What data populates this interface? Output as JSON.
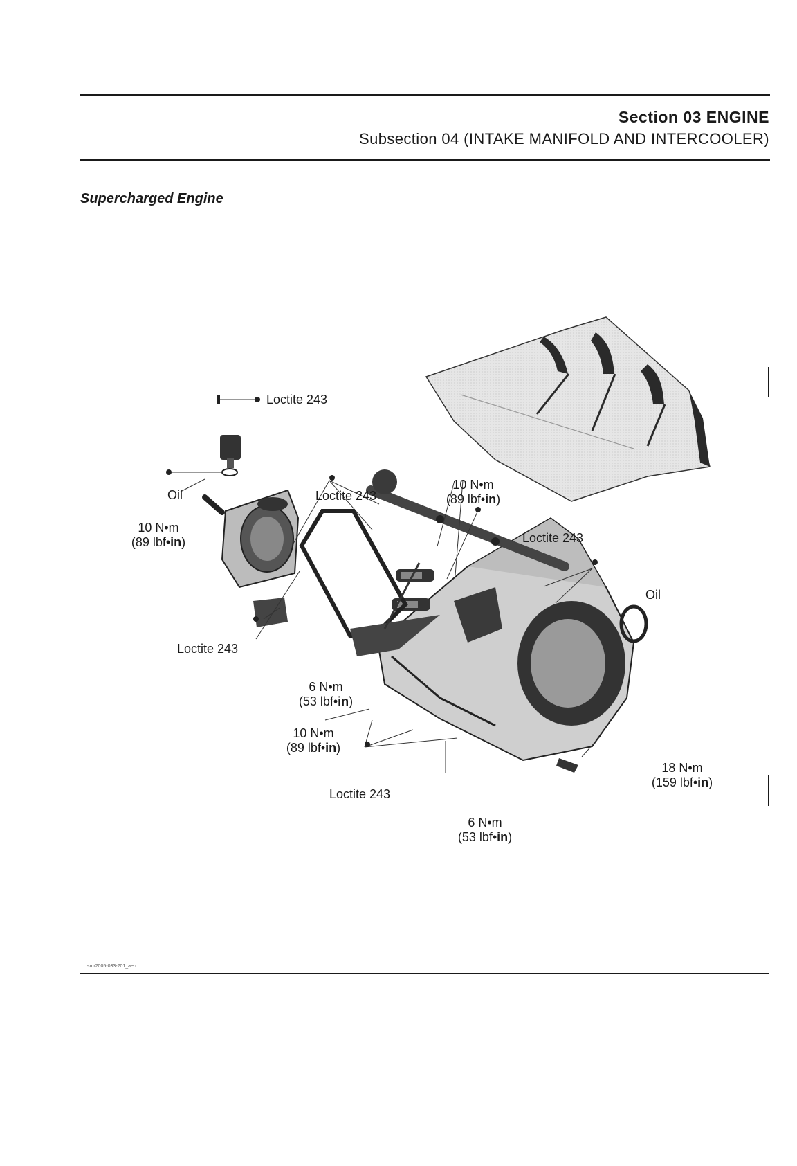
{
  "header": {
    "section": "Section 03 ENGINE",
    "subsection": "Subsection 04 (INTAKE MANIFOLD AND INTERCOOLER)"
  },
  "figure": {
    "caption": "Supercharged Engine",
    "reference": "smr2005-033-201_aen",
    "callouts": {
      "loctite_top": "Loctite 243",
      "oil_left": "Oil",
      "torque_left_1": "10 N•m",
      "torque_left_2": "(89 lbf•",
      "torque_left_unit": "in",
      "torque_left_close": ")",
      "loctite_sensor": "Loctite 243",
      "loctite_center": "Loctite 243",
      "torque_rail_1": "10 N•m",
      "torque_rail_2": "(89 lbf•",
      "torque_rail_unit": "in",
      "torque_rail_close": ")",
      "loctite_rail": "Loctite 243",
      "oil_right": "Oil",
      "torque_6a_1": "6 N•m",
      "torque_6a_2": "(53 lbf•",
      "torque_6a_unit": "in",
      "torque_6a_close": ")",
      "torque_lower_1": "10 N•m",
      "torque_lower_2": "(89 lbf•",
      "torque_lower_unit": "in",
      "torque_lower_close": ")",
      "loctite_bottom": "Loctite 243",
      "torque_6b_1": "6 N•m",
      "torque_6b_2": "(53 lbf•",
      "torque_6b_unit": "in",
      "torque_6b_close": ")",
      "torque_18_1": "18 N•m",
      "torque_18_2": "(159 lbf•",
      "torque_18_unit": "in",
      "torque_18_close": ")"
    }
  }
}
